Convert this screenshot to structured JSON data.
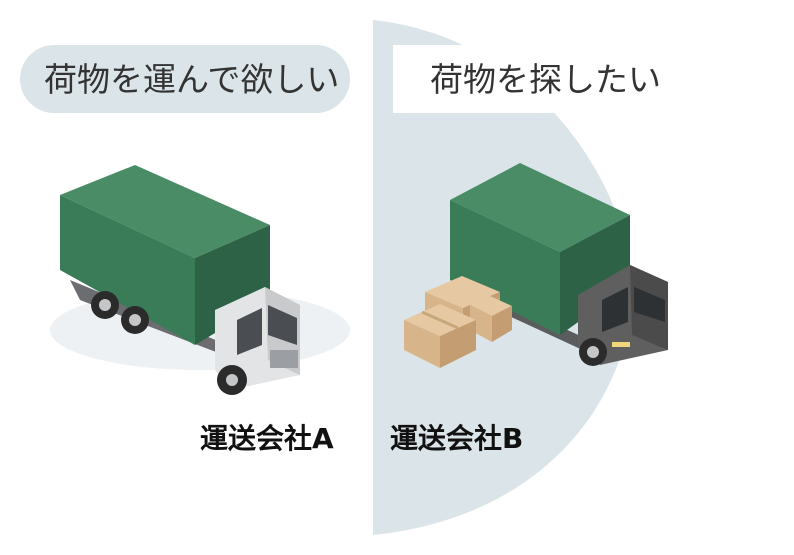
{
  "left_bubble": {
    "text": "荷物を運んで欲しい"
  },
  "right_bubble": {
    "text": "荷物を探したい"
  },
  "company_a": {
    "name": "運送会社A"
  },
  "company_b": {
    "name": "運送会社B"
  },
  "colors": {
    "bubble_bg": "#dbe4e8",
    "panel_bg": "#dbe4e8",
    "truck_cargo": "#3a7b58",
    "truck_cargo_dark": "#2d6246",
    "truck_a_cab": "#e3e4e6",
    "truck_b_cab": "#5f5f5f",
    "box": "#d7b48a",
    "text": "#333333"
  }
}
